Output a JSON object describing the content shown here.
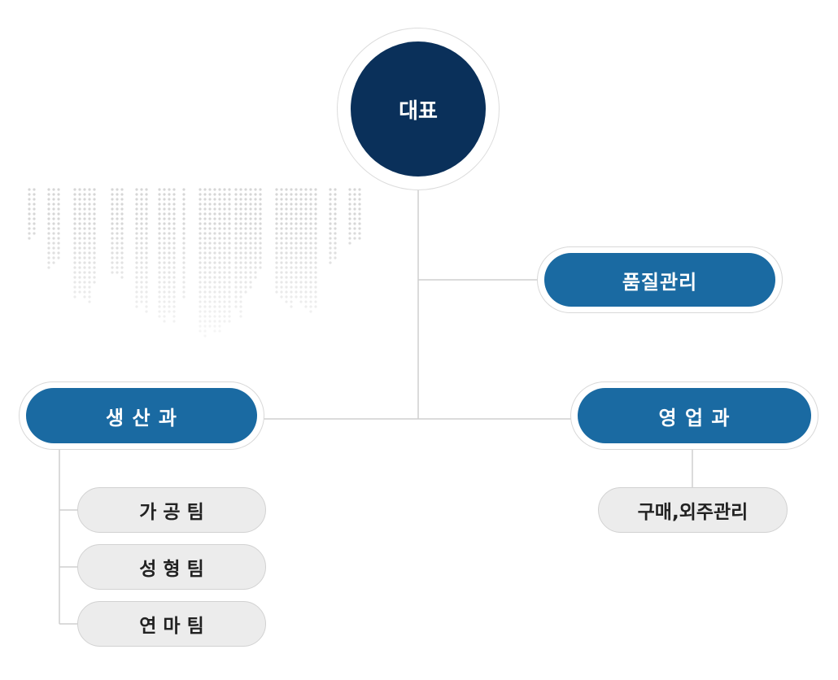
{
  "ceo": {
    "label": "대표"
  },
  "quality": {
    "label": "품질관리"
  },
  "production": {
    "label": "생 산 과"
  },
  "sales": {
    "label": "영 업 과"
  },
  "production_teams": [
    {
      "label": "가 공 팀"
    },
    {
      "label": "성 형 팀"
    },
    {
      "label": "연 마 팀"
    }
  ],
  "sales_teams": [
    {
      "label": "구매,외주관리"
    }
  ],
  "colors": {
    "ceo": "#0a305a",
    "department": "#1a6aa2",
    "team": "#ececec",
    "connector": "#cfcfcf"
  }
}
